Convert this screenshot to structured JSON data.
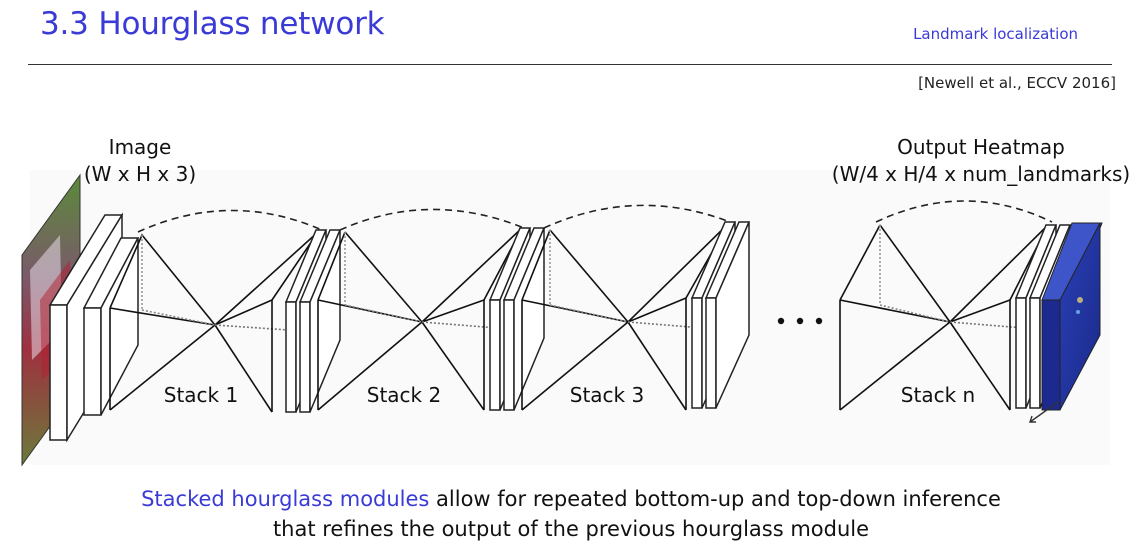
{
  "header": {
    "title": "3.3 Hourglass network",
    "section": "Landmark localization",
    "citation": "[Newell et al., ECCV 2016]"
  },
  "figure": {
    "input_label_line1": "Image",
    "input_label_line2": "(W x H x 3)",
    "output_label_line1": "Output Heatmap",
    "output_label_line2": "(W/4 x H/4 x num_landmarks)",
    "stacks": [
      "Stack 1",
      "Stack 2",
      "Stack 3",
      "Stack n"
    ]
  },
  "caption": {
    "highlight": "Stacked hourglass modules",
    "line1_rest": " allow for repeated bottom-up and top-down inference",
    "line2": "that refines the output of the previous hourglass module"
  },
  "colors": {
    "accent": "#3a3ad6",
    "heatmap": "#2233aa"
  }
}
